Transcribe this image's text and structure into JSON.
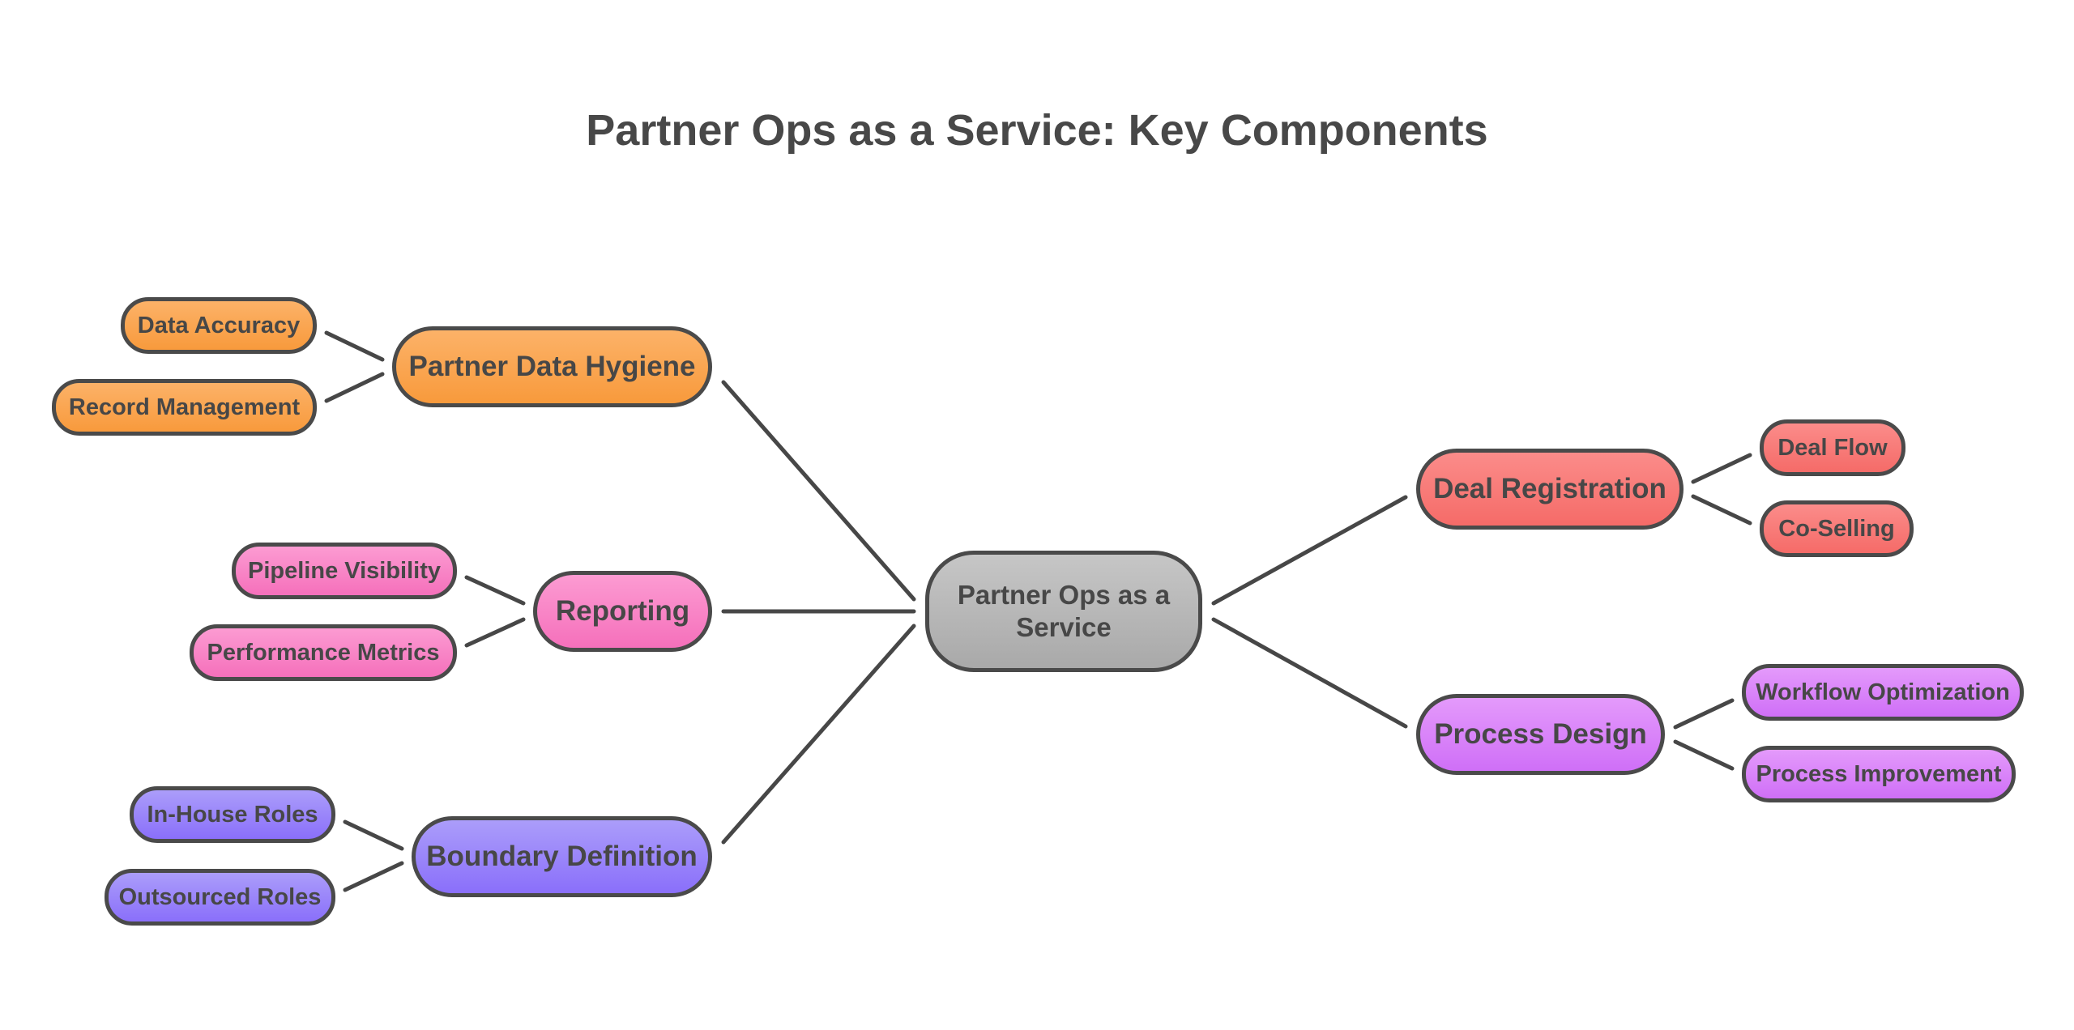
{
  "title": "Partner Ops as a Service: Key Components",
  "center": {
    "label": "Partner Ops as a Service",
    "color": "#b5b5b5"
  },
  "branches": [
    {
      "label": "Partner Data Hygiene",
      "color": "#f9a44d",
      "children": [
        "Data Accuracy",
        "Record Management"
      ]
    },
    {
      "label": "Reporting",
      "color": "#f87fc4",
      "children": [
        "Pipeline Visibility",
        "Performance Metrics"
      ]
    },
    {
      "label": "Boundary Definition",
      "color": "#9a84fa",
      "children": [
        "In-House Roles",
        "Outsourced Roles"
      ]
    },
    {
      "label": "Deal Registration",
      "color": "#f87976",
      "children": [
        "Deal Flow",
        "Co-Selling"
      ]
    },
    {
      "label": "Process Design",
      "color": "#d882f8",
      "children": [
        "Workflow Optimization",
        "Process Improvement"
      ]
    }
  ],
  "line_color": "#474747"
}
